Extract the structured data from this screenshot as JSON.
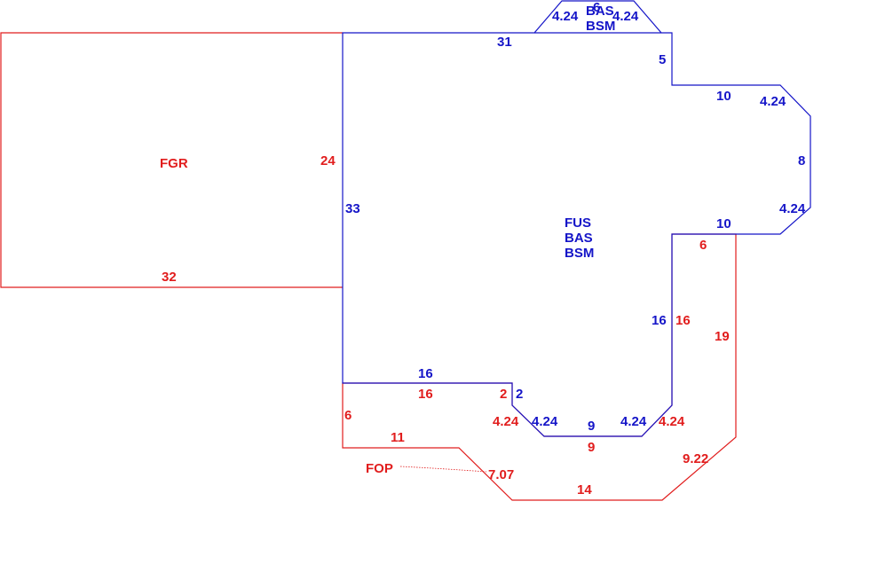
{
  "colors": {
    "blue": "#1515c8",
    "red": "#e11d1d"
  },
  "areas": {
    "garage": "FGR",
    "porch": "FOP",
    "main_line1": "FUS",
    "main_line2": "BAS",
    "main_line3": "BSM",
    "bay_line1": "BAS",
    "bay_line2": "BSM",
    "bay_dim_top": "6"
  },
  "garage_dims": {
    "east": "24",
    "south": "32"
  },
  "main_dims": {
    "north": "31",
    "west": "33",
    "bay_left": "4.24",
    "bay_right": "4.24",
    "step_east": "5",
    "upper_run": "10",
    "chamfer_ne": "4.24",
    "east": "8",
    "chamfer_se": "4.24",
    "lower_run": "10",
    "inner_east": "16",
    "bottom_left": "16",
    "bottom_step": "2",
    "chamfer_bl": "4.24",
    "bottom_mid": "9",
    "chamfer_br": "4.24"
  },
  "porch_dims": {
    "top_run": "6",
    "inner_west": "16",
    "east": "19",
    "top_left": "16",
    "step": "2",
    "chamfer_left": "4.24",
    "inner_bottom": "9",
    "chamfer_right": "4.24",
    "west": "6",
    "lower_left": "11",
    "diagonal_left": "7.07",
    "diagonal_right": "9.22",
    "south": "14"
  }
}
